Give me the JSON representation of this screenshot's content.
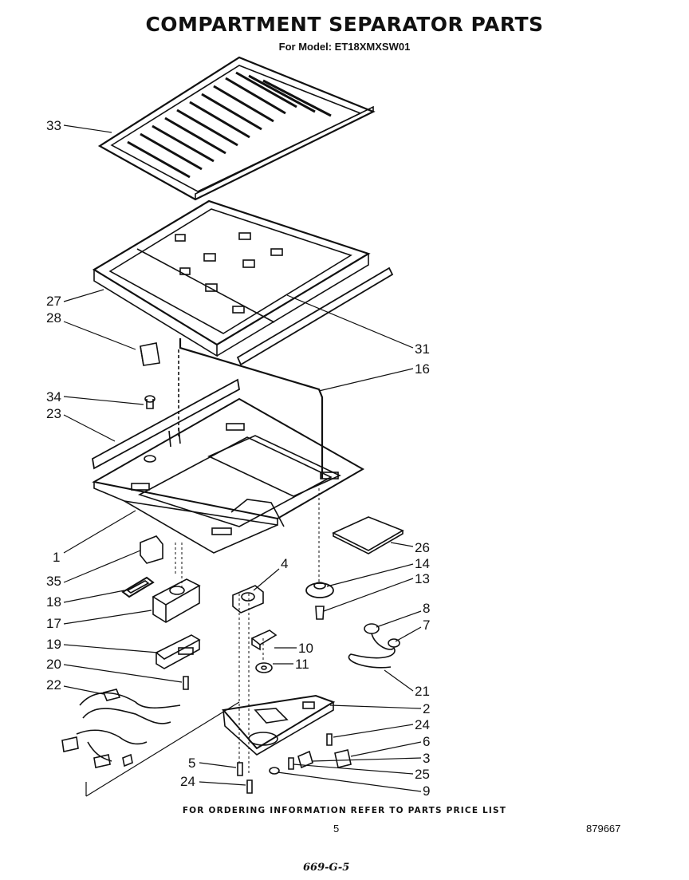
{
  "header": {
    "title": "COMPARTMENT SEPARATOR PARTS",
    "subtitle": "For Model: ET18XMXSW01"
  },
  "callouts": [
    {
      "id": "33",
      "label": "33"
    },
    {
      "id": "27",
      "label": "27"
    },
    {
      "id": "28",
      "label": "28"
    },
    {
      "id": "31",
      "label": "31"
    },
    {
      "id": "16",
      "label": "16"
    },
    {
      "id": "34",
      "label": "34"
    },
    {
      "id": "23",
      "label": "23"
    },
    {
      "id": "1",
      "label": "1"
    },
    {
      "id": "26",
      "label": "26"
    },
    {
      "id": "35",
      "label": "35"
    },
    {
      "id": "4",
      "label": "4"
    },
    {
      "id": "14",
      "label": "14"
    },
    {
      "id": "18",
      "label": "18"
    },
    {
      "id": "13",
      "label": "13"
    },
    {
      "id": "17",
      "label": "17"
    },
    {
      "id": "8",
      "label": "8"
    },
    {
      "id": "7",
      "label": "7"
    },
    {
      "id": "10",
      "label": "10"
    },
    {
      "id": "19",
      "label": "19"
    },
    {
      "id": "11",
      "label": "11"
    },
    {
      "id": "20",
      "label": "20"
    },
    {
      "id": "21",
      "label": "21"
    },
    {
      "id": "22",
      "label": "22"
    },
    {
      "id": "2",
      "label": "2"
    },
    {
      "id": "24a",
      "label": "24"
    },
    {
      "id": "6",
      "label": "6"
    },
    {
      "id": "3",
      "label": "3"
    },
    {
      "id": "5",
      "label": "5"
    },
    {
      "id": "25",
      "label": "25"
    },
    {
      "id": "24b",
      "label": "24"
    },
    {
      "id": "9",
      "label": "9"
    }
  ],
  "footer": {
    "ordering_note": "FOR ORDERING INFORMATION REFER TO PARTS PRICE LIST",
    "page_number": "5",
    "drawing_number": "879667",
    "handwritten_note": "669-G-5"
  }
}
